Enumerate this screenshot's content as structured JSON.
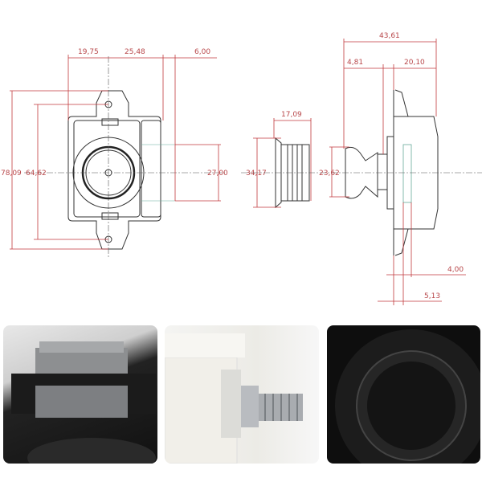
{
  "front_view": {
    "dims": {
      "width_left": "19,75",
      "width_mid": "25,48",
      "width_right": "6,00",
      "overall_height": "78,09",
      "hole_spacing": "64,62",
      "latch_height": "27,00"
    }
  },
  "bezel_view": {
    "dims": {
      "depth": "17,09",
      "diameter": "34,17"
    }
  },
  "side_view": {
    "dims": {
      "overall_depth": "43,61",
      "button_offset": "4,81",
      "body_depth": "20,10",
      "button_diameter": "23,62",
      "latch_offset": "4,00",
      "plate_offset": "5,13"
    }
  },
  "photos": [
    {
      "subject": "latch-closeup"
    },
    {
      "subject": "threaded-stud"
    },
    {
      "subject": "push-button"
    }
  ],
  "colors": {
    "dimension": "#b8474a",
    "outline": "#333333"
  }
}
